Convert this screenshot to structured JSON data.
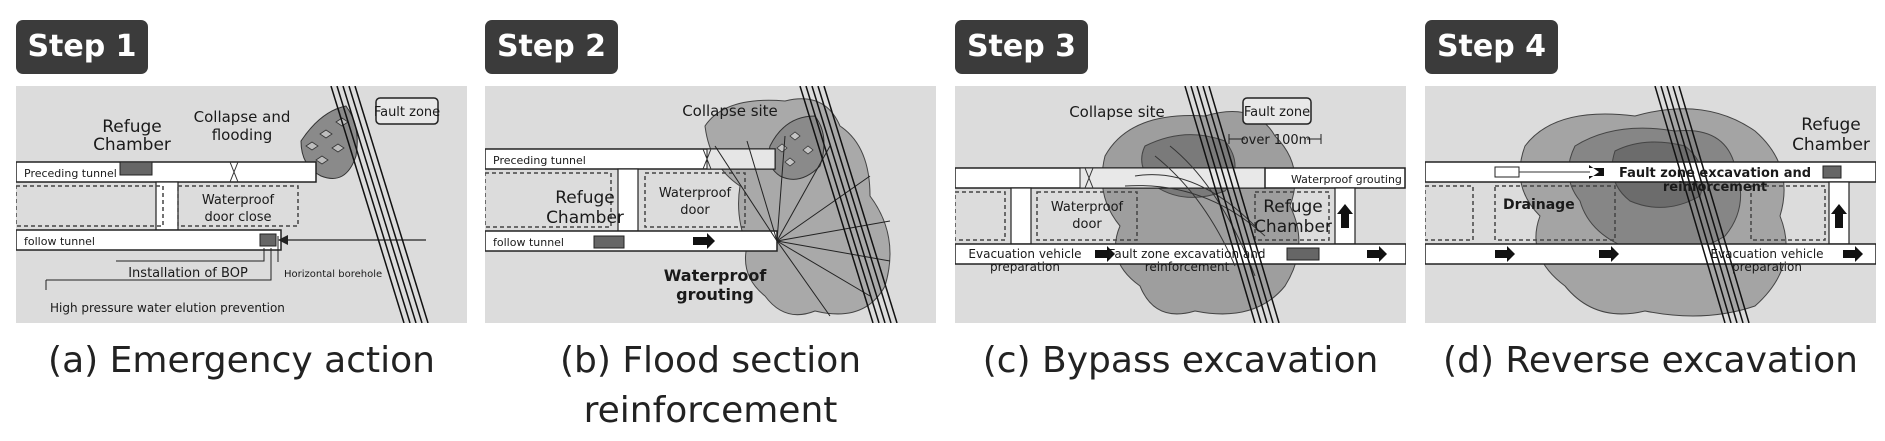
{
  "panels": [
    {
      "step": "Step 1",
      "caption": "(a) Emergency action",
      "labels": {
        "refuge": [
          "Refuge",
          "Chamber"
        ],
        "collapse": [
          "Collapse and",
          "flooding"
        ],
        "fault": "Fault zone",
        "preceding": "Preceding tunnel",
        "waterproof": [
          "Waterproof",
          "door close"
        ],
        "follow": "follow tunnel",
        "borehole": "Horizontal borehole",
        "bop": "Installation of BOP",
        "hp": "High pressure water elution prevention"
      }
    },
    {
      "step": "Step 2",
      "caption": "(b) Flood section reinforcement",
      "caption_lines": [
        "(b) Flood section",
        "reinforcement"
      ],
      "labels": {
        "collapse": "Collapse site",
        "preceding": "Preceding tunnel",
        "refuge": [
          "Refuge",
          "Chamber"
        ],
        "waterproof": [
          "Waterproof",
          "door"
        ],
        "follow": "follow tunnel",
        "grouting": [
          "Waterproof",
          "grouting"
        ]
      }
    },
    {
      "step": "Step 3",
      "caption": "(c) Bypass excavation",
      "labels": {
        "collapse": "Collapse site",
        "fault": "Fault zone",
        "over": "over 100m",
        "wgrouting": "Waterproof grouting",
        "waterproof": [
          "Waterproof",
          "door"
        ],
        "refuge": [
          "Refuge",
          "Chamber"
        ],
        "evac": [
          "Evacuation vehicle",
          "preparation"
        ],
        "fze": [
          "Fault zone excavation and",
          "reinforcement"
        ]
      }
    },
    {
      "step": "Step 4",
      "caption": "(d) Reverse excavation",
      "labels": {
        "refuge": [
          "Refuge",
          "Chamber"
        ],
        "fze": [
          "Fault zone excavation and",
          "reinforcement"
        ],
        "drainage": "Drainage",
        "evac": [
          "Evacuation vehicle",
          "preparation"
        ]
      }
    }
  ]
}
